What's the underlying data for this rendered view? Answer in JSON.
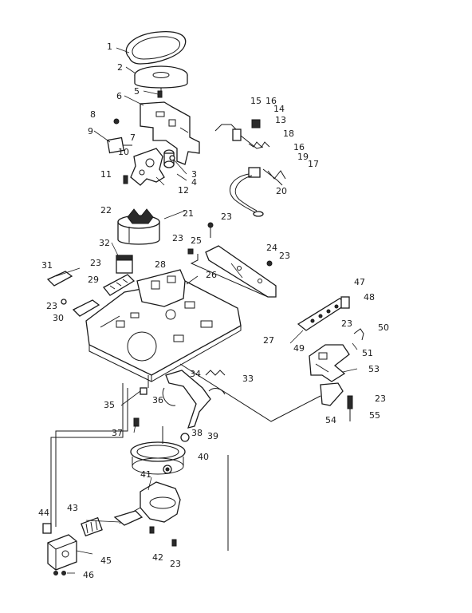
{
  "diagram": {
    "callouts": [
      {
        "id": "p1",
        "text": "1"
      },
      {
        "id": "p2",
        "text": "2"
      },
      {
        "id": "p3",
        "text": "3"
      },
      {
        "id": "p4",
        "text": "4"
      },
      {
        "id": "p5",
        "text": "5"
      },
      {
        "id": "p6",
        "text": "6"
      },
      {
        "id": "p7",
        "text": "7"
      },
      {
        "id": "p8",
        "text": "8"
      },
      {
        "id": "p9",
        "text": "9"
      },
      {
        "id": "p10",
        "text": "10"
      },
      {
        "id": "p11",
        "text": "11"
      },
      {
        "id": "p12",
        "text": "12"
      },
      {
        "id": "p13",
        "text": "13"
      },
      {
        "id": "p14",
        "text": "14"
      },
      {
        "id": "p15",
        "text": "15"
      },
      {
        "id": "p16a",
        "text": "16"
      },
      {
        "id": "p16b",
        "text": "16"
      },
      {
        "id": "p17",
        "text": "17"
      },
      {
        "id": "p18",
        "text": "18"
      },
      {
        "id": "p19",
        "text": "19"
      },
      {
        "id": "p20",
        "text": "20"
      },
      {
        "id": "p21",
        "text": "21"
      },
      {
        "id": "p22",
        "text": "22"
      },
      {
        "id": "p23a",
        "text": "23"
      },
      {
        "id": "p23b",
        "text": "23"
      },
      {
        "id": "p23c",
        "text": "23"
      },
      {
        "id": "p23d",
        "text": "23"
      },
      {
        "id": "p23e",
        "text": "23"
      },
      {
        "id": "p23f",
        "text": "23"
      },
      {
        "id": "p23g",
        "text": "23"
      },
      {
        "id": "p23h",
        "text": "23"
      },
      {
        "id": "p24",
        "text": "24"
      },
      {
        "id": "p25",
        "text": "25"
      },
      {
        "id": "p26",
        "text": "26"
      },
      {
        "id": "p27",
        "text": "27"
      },
      {
        "id": "p28",
        "text": "28"
      },
      {
        "id": "p29",
        "text": "29"
      },
      {
        "id": "p30",
        "text": "30"
      },
      {
        "id": "p31",
        "text": "31"
      },
      {
        "id": "p32",
        "text": "32"
      },
      {
        "id": "p33",
        "text": "33"
      },
      {
        "id": "p34",
        "text": "34"
      },
      {
        "id": "p35",
        "text": "35"
      },
      {
        "id": "p36",
        "text": "36"
      },
      {
        "id": "p37",
        "text": "37"
      },
      {
        "id": "p38",
        "text": "38"
      },
      {
        "id": "p39",
        "text": "39"
      },
      {
        "id": "p40",
        "text": "40"
      },
      {
        "id": "p41",
        "text": "41"
      },
      {
        "id": "p42",
        "text": "42"
      },
      {
        "id": "p43",
        "text": "43"
      },
      {
        "id": "p44",
        "text": "44"
      },
      {
        "id": "p45",
        "text": "45"
      },
      {
        "id": "p46",
        "text": "46"
      },
      {
        "id": "p47",
        "text": "47"
      },
      {
        "id": "p48",
        "text": "48"
      },
      {
        "id": "p49",
        "text": "49"
      },
      {
        "id": "p50",
        "text": "50"
      },
      {
        "id": "p51",
        "text": "51"
      },
      {
        "id": "p53",
        "text": "53"
      },
      {
        "id": "p54",
        "text": "54"
      },
      {
        "id": "p55",
        "text": "55"
      }
    ],
    "ink_color": "#1a1a1a",
    "paper_color": "#ffffff"
  }
}
